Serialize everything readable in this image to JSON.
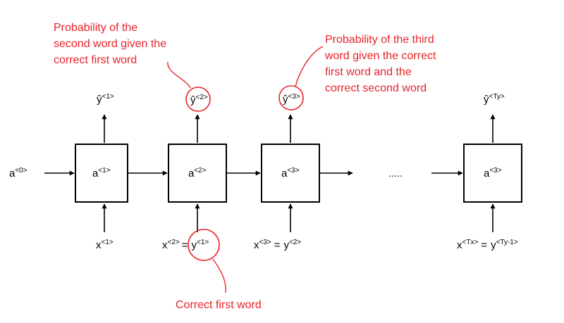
{
  "labels": {
    "a0": {
      "base": "a",
      "sup": "<0>"
    },
    "a1": {
      "base": "a",
      "sup": "<1>"
    },
    "a2": {
      "base": "a",
      "sup": "<2>"
    },
    "a3": {
      "base": "a",
      "sup": "<3>"
    },
    "aT": {
      "base": "a",
      "sup": "<3>"
    },
    "yhat1": {
      "base": "ŷ",
      "sup": "<1>"
    },
    "yhat2": {
      "base": "ŷ",
      "sup": "<2>"
    },
    "yhat3": {
      "base": "ŷ",
      "sup": "<3>"
    },
    "yhatT": {
      "base": "ŷ",
      "sup": "<Ty>"
    },
    "x1": {
      "base": "x",
      "sup": "<1>"
    },
    "x2": {
      "base": "x",
      "sup": "<2>"
    },
    "x2eq": "=",
    "y1": {
      "base": "y",
      "sup": "<1>"
    },
    "x3": {
      "base": "x",
      "sup": "<3>"
    },
    "x3eq": "=",
    "y2": {
      "base": "y",
      "sup": "<2>"
    },
    "xTx": {
      "base": "x",
      "sup": "<Tx>"
    },
    "xTxeq": "=",
    "yTm1": {
      "base": "y",
      "sup": "<Ty-1>"
    },
    "ellipsis": "....."
  },
  "annotations": {
    "second": [
      "Probability of the",
      "second word given the",
      "correct first word"
    ],
    "third": [
      "Probability of the third",
      "word given the correct",
      "first word and the",
      "correct second word"
    ],
    "first": "Correct first word"
  },
  "colors": {
    "annotation": "#e8232a",
    "ink": "#000000"
  }
}
